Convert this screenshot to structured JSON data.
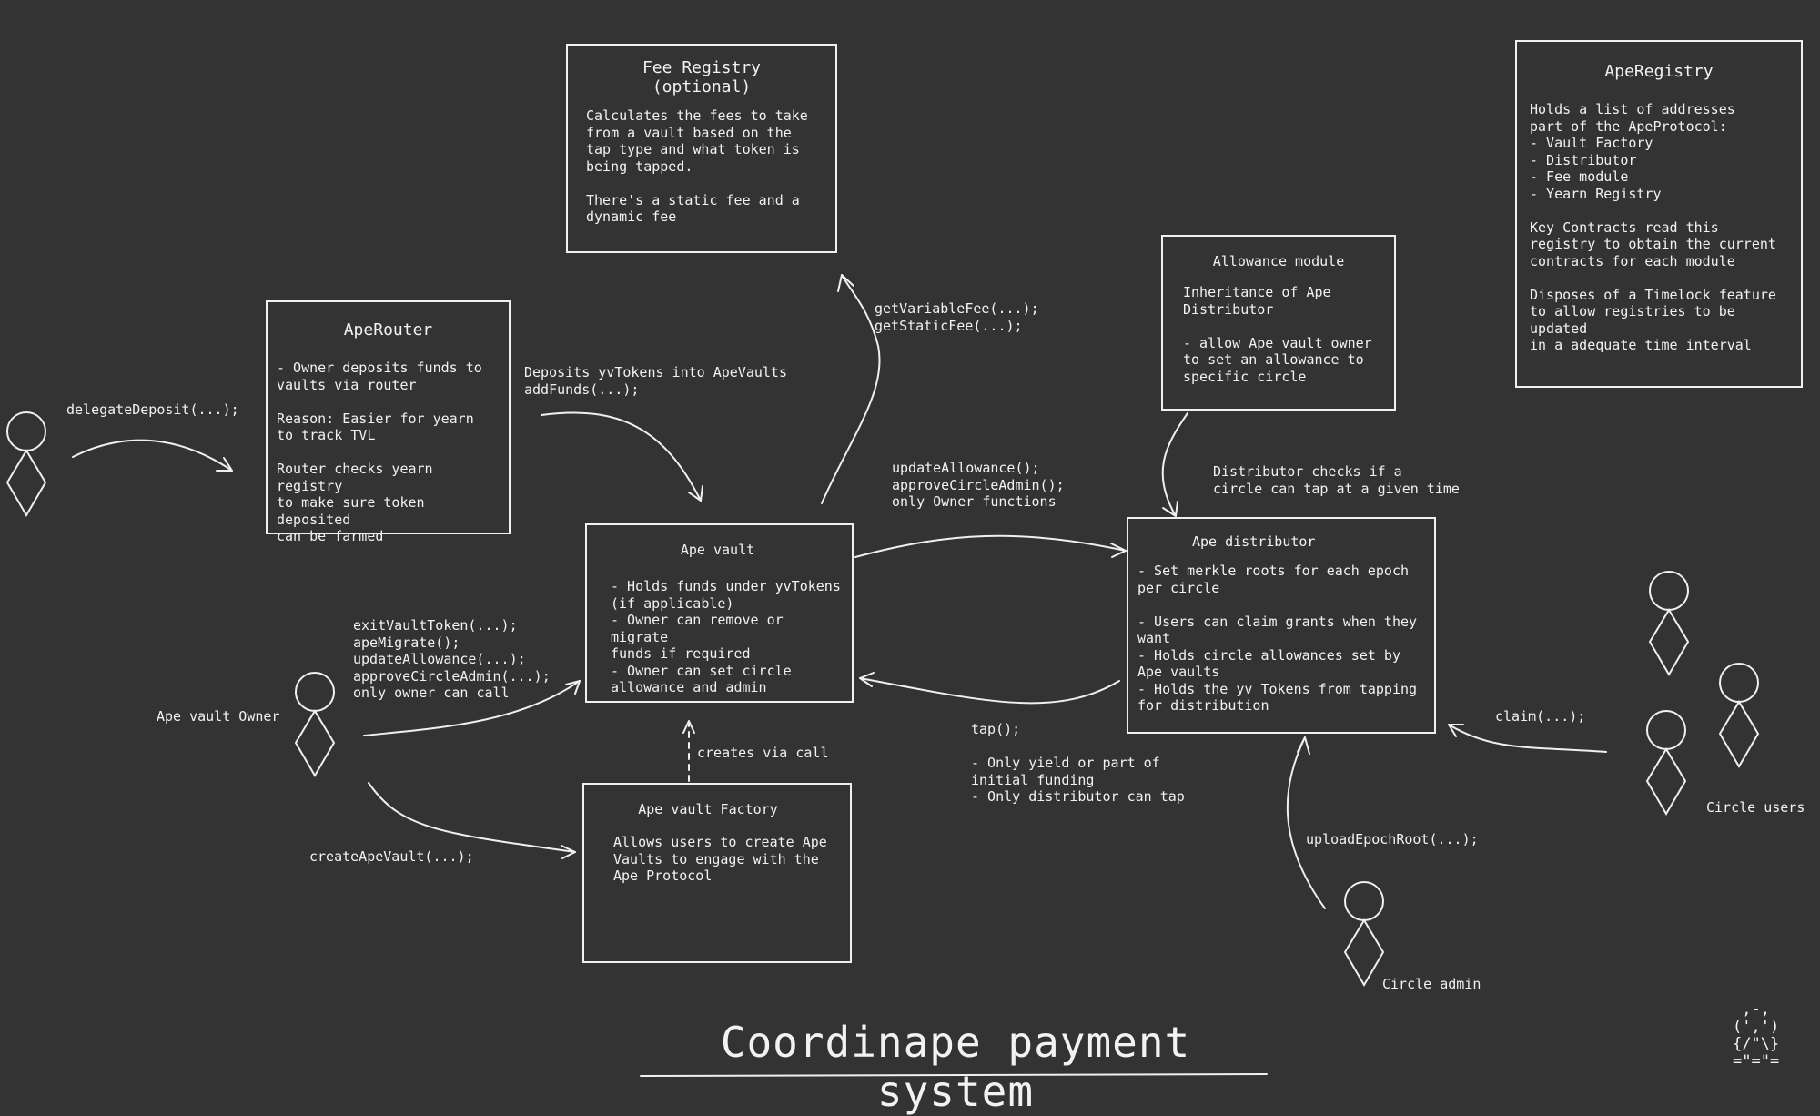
{
  "title": "Coordinape payment system",
  "boxes": {
    "fee_registry": {
      "title": "Fee Registry\n(optional)",
      "body": "Calculates the fees to take\nfrom a vault based on the\ntap type and what token is\nbeing tapped.\n\nThere's a static fee and a\ndynamic fee"
    },
    "ape_registry": {
      "title": "ApeRegistry",
      "body": "Holds a list of addresses\npart of the ApeProtocol:\n- Vault Factory\n- Distributor\n- Fee module\n- Yearn Registry\n\nKey Contracts read this\nregistry to obtain the current\ncontracts for each module\n\nDisposes of a Timelock feature\nto allow registries to be updated\nin a adequate time interval"
    },
    "ape_router": {
      "title": "ApeRouter",
      "body": "- Owner deposits funds to\n  vaults via router\n\nReason: Easier for yearn\nto track TVL\n\nRouter checks yearn registry\nto make sure token deposited\ncan be farmed"
    },
    "allowance_module": {
      "title": "Allowance module",
      "body": "Inheritance of Ape\nDistributor\n\n- allow Ape vault owner\nto set an allowance to\nspecific circle"
    },
    "ape_vault": {
      "title": "Ape vault",
      "body": "- Holds funds under yvTokens\n(if applicable)\n- Owner can remove or migrate\nfunds if required\n- Owner can set circle\nallowance and admin"
    },
    "ape_distributor": {
      "title": "Ape distributor",
      "body": "- Set merkle roots for each epoch\nper circle\n\n- Users can claim grants when they\nwant\n- Holds circle allowances set by\nApe vaults\n- Holds the yv Tokens from tapping\nfor distribution"
    },
    "ape_vault_factory": {
      "title": "Ape vault Factory",
      "body": "Allows users to create Ape\nVaults to  engage with the\nApe Protocol"
    }
  },
  "labels": {
    "delegate_deposit": "delegateDeposit(...);",
    "deposits": "Deposits yvTokens into ApeVaults\naddFunds(...);",
    "fee_calls": "getVariableFee(...);\ngetStaticFee(...);",
    "update_allowance": "updateAllowance();\napproveCircleAdmin();\nonly Owner functions",
    "distributor_checks": "Distributor checks if a\ncircle can tap at a given time",
    "owner_calls": "exitVaultToken(...);\napeMigrate();\nupdateAllowance(...);\napproveCircleAdmin(...);\nonly owner can call",
    "ape_vault_owner": "Ape vault Owner",
    "creates_via_call": "creates via call",
    "create_ape_vault": "createApeVault(...);",
    "tap": "tap();\n\n- Only yield or part of\ninitial funding\n- Only distributor can tap",
    "claim": "claim(...);",
    "circle_users": "Circle users",
    "upload_epoch_root": "uploadEpochRoot(...);",
    "circle_admin": "Circle admin"
  },
  "logo_ascii": " ,-,\n(',')\n{/\"\\}\n=\"=\"="
}
